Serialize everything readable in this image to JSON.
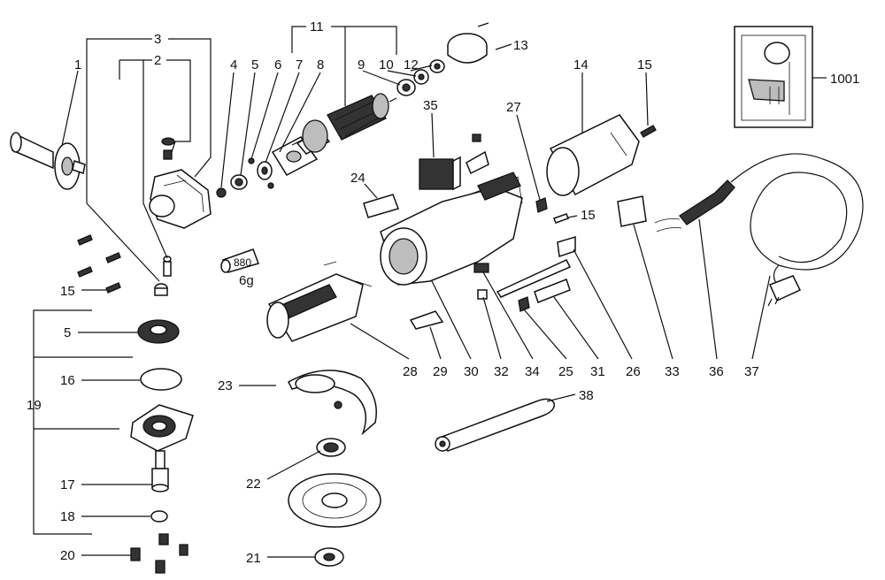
{
  "diagram": {
    "callouts": [
      {
        "id": "1",
        "label": "1"
      },
      {
        "id": "2",
        "label": "2"
      },
      {
        "id": "3",
        "label": "3"
      },
      {
        "id": "4",
        "label": "4"
      },
      {
        "id": "5a",
        "label": "5"
      },
      {
        "id": "6",
        "label": "6"
      },
      {
        "id": "7",
        "label": "7"
      },
      {
        "id": "8",
        "label": "8"
      },
      {
        "id": "9",
        "label": "9"
      },
      {
        "id": "10",
        "label": "10"
      },
      {
        "id": "11",
        "label": "11"
      },
      {
        "id": "12",
        "label": "12"
      },
      {
        "id": "13",
        "label": "13"
      },
      {
        "id": "14",
        "label": "14"
      },
      {
        "id": "15a",
        "label": "15"
      },
      {
        "id": "27",
        "label": "27"
      },
      {
        "id": "1001",
        "label": "1001"
      },
      {
        "id": "35",
        "label": "35"
      },
      {
        "id": "24",
        "label": "24"
      },
      {
        "id": "15b",
        "label": "15"
      },
      {
        "id": "15c",
        "label": "15"
      },
      {
        "id": "5b",
        "label": "5"
      },
      {
        "id": "16",
        "label": "16"
      },
      {
        "id": "19",
        "label": "19"
      },
      {
        "id": "17",
        "label": "17"
      },
      {
        "id": "18",
        "label": "18"
      },
      {
        "id": "20",
        "label": "20"
      },
      {
        "id": "23",
        "label": "23"
      },
      {
        "id": "22",
        "label": "22"
      },
      {
        "id": "21",
        "label": "21"
      },
      {
        "id": "28",
        "label": "28"
      },
      {
        "id": "29",
        "label": "29"
      },
      {
        "id": "30",
        "label": "30"
      },
      {
        "id": "32",
        "label": "32"
      },
      {
        "id": "34",
        "label": "34"
      },
      {
        "id": "25",
        "label": "25"
      },
      {
        "id": "31",
        "label": "31"
      },
      {
        "id": "26",
        "label": "26"
      },
      {
        "id": "33",
        "label": "33"
      },
      {
        "id": "36",
        "label": "36"
      },
      {
        "id": "37",
        "label": "37"
      },
      {
        "id": "38",
        "label": "38"
      }
    ],
    "grease_label": "880",
    "grease_weight": "6g"
  }
}
